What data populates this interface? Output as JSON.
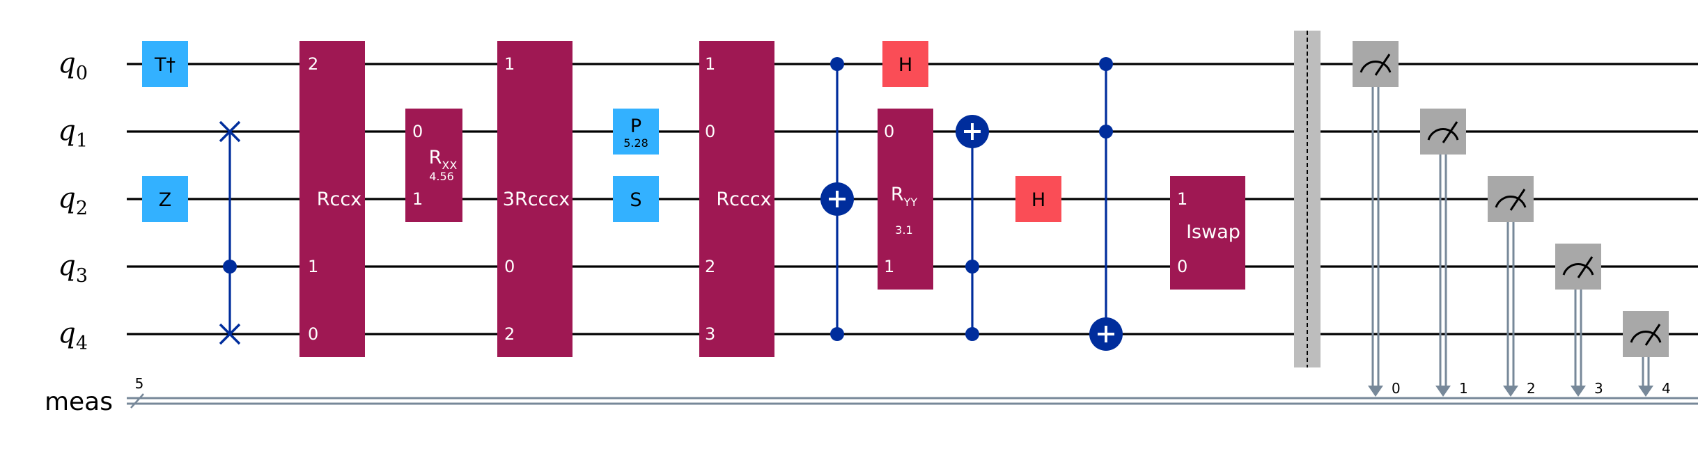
{
  "wires": {
    "q0": {
      "name": "q",
      "sub": "0"
    },
    "q1": {
      "name": "q",
      "sub": "1"
    },
    "q2": {
      "name": "q",
      "sub": "2"
    },
    "q3": {
      "name": "q",
      "sub": "3"
    },
    "q4": {
      "name": "q",
      "sub": "4"
    },
    "meas": {
      "name": "meas",
      "width": "5"
    }
  },
  "gates": {
    "tdg": "T†",
    "z": "Z",
    "rccx": {
      "label": "Rccx",
      "pins": [
        "2",
        "1",
        "0"
      ]
    },
    "rxx": {
      "label": "R",
      "sub": "XX",
      "param": "4.56",
      "pins": [
        "0",
        "1"
      ]
    },
    "rcccx1": {
      "label": "3Rcccx",
      "pins": [
        "1",
        "0",
        "2"
      ]
    },
    "p": {
      "label": "P",
      "param": "5.28"
    },
    "s": "S",
    "rcccx2": {
      "label": "Rcccx",
      "pins": [
        "1",
        "0",
        "2",
        "3"
      ]
    },
    "h0": "H",
    "ryy": {
      "label": "R",
      "sub": "YY",
      "param": "3.1",
      "pins": [
        "0",
        "1"
      ]
    },
    "h2": "H",
    "iswap": {
      "label": "Iswap",
      "pins": [
        "1",
        "0"
      ]
    }
  },
  "measure_bits": [
    "0",
    "1",
    "2",
    "3",
    "4"
  ],
  "colors": {
    "pauli": "#33b1ff",
    "multi": "#9f1853",
    "hadamard": "#fa4d56",
    "control": "#002d9c",
    "measure": "#a8a8a8",
    "barrier": "#bdbdbd",
    "classical": "#778899"
  }
}
